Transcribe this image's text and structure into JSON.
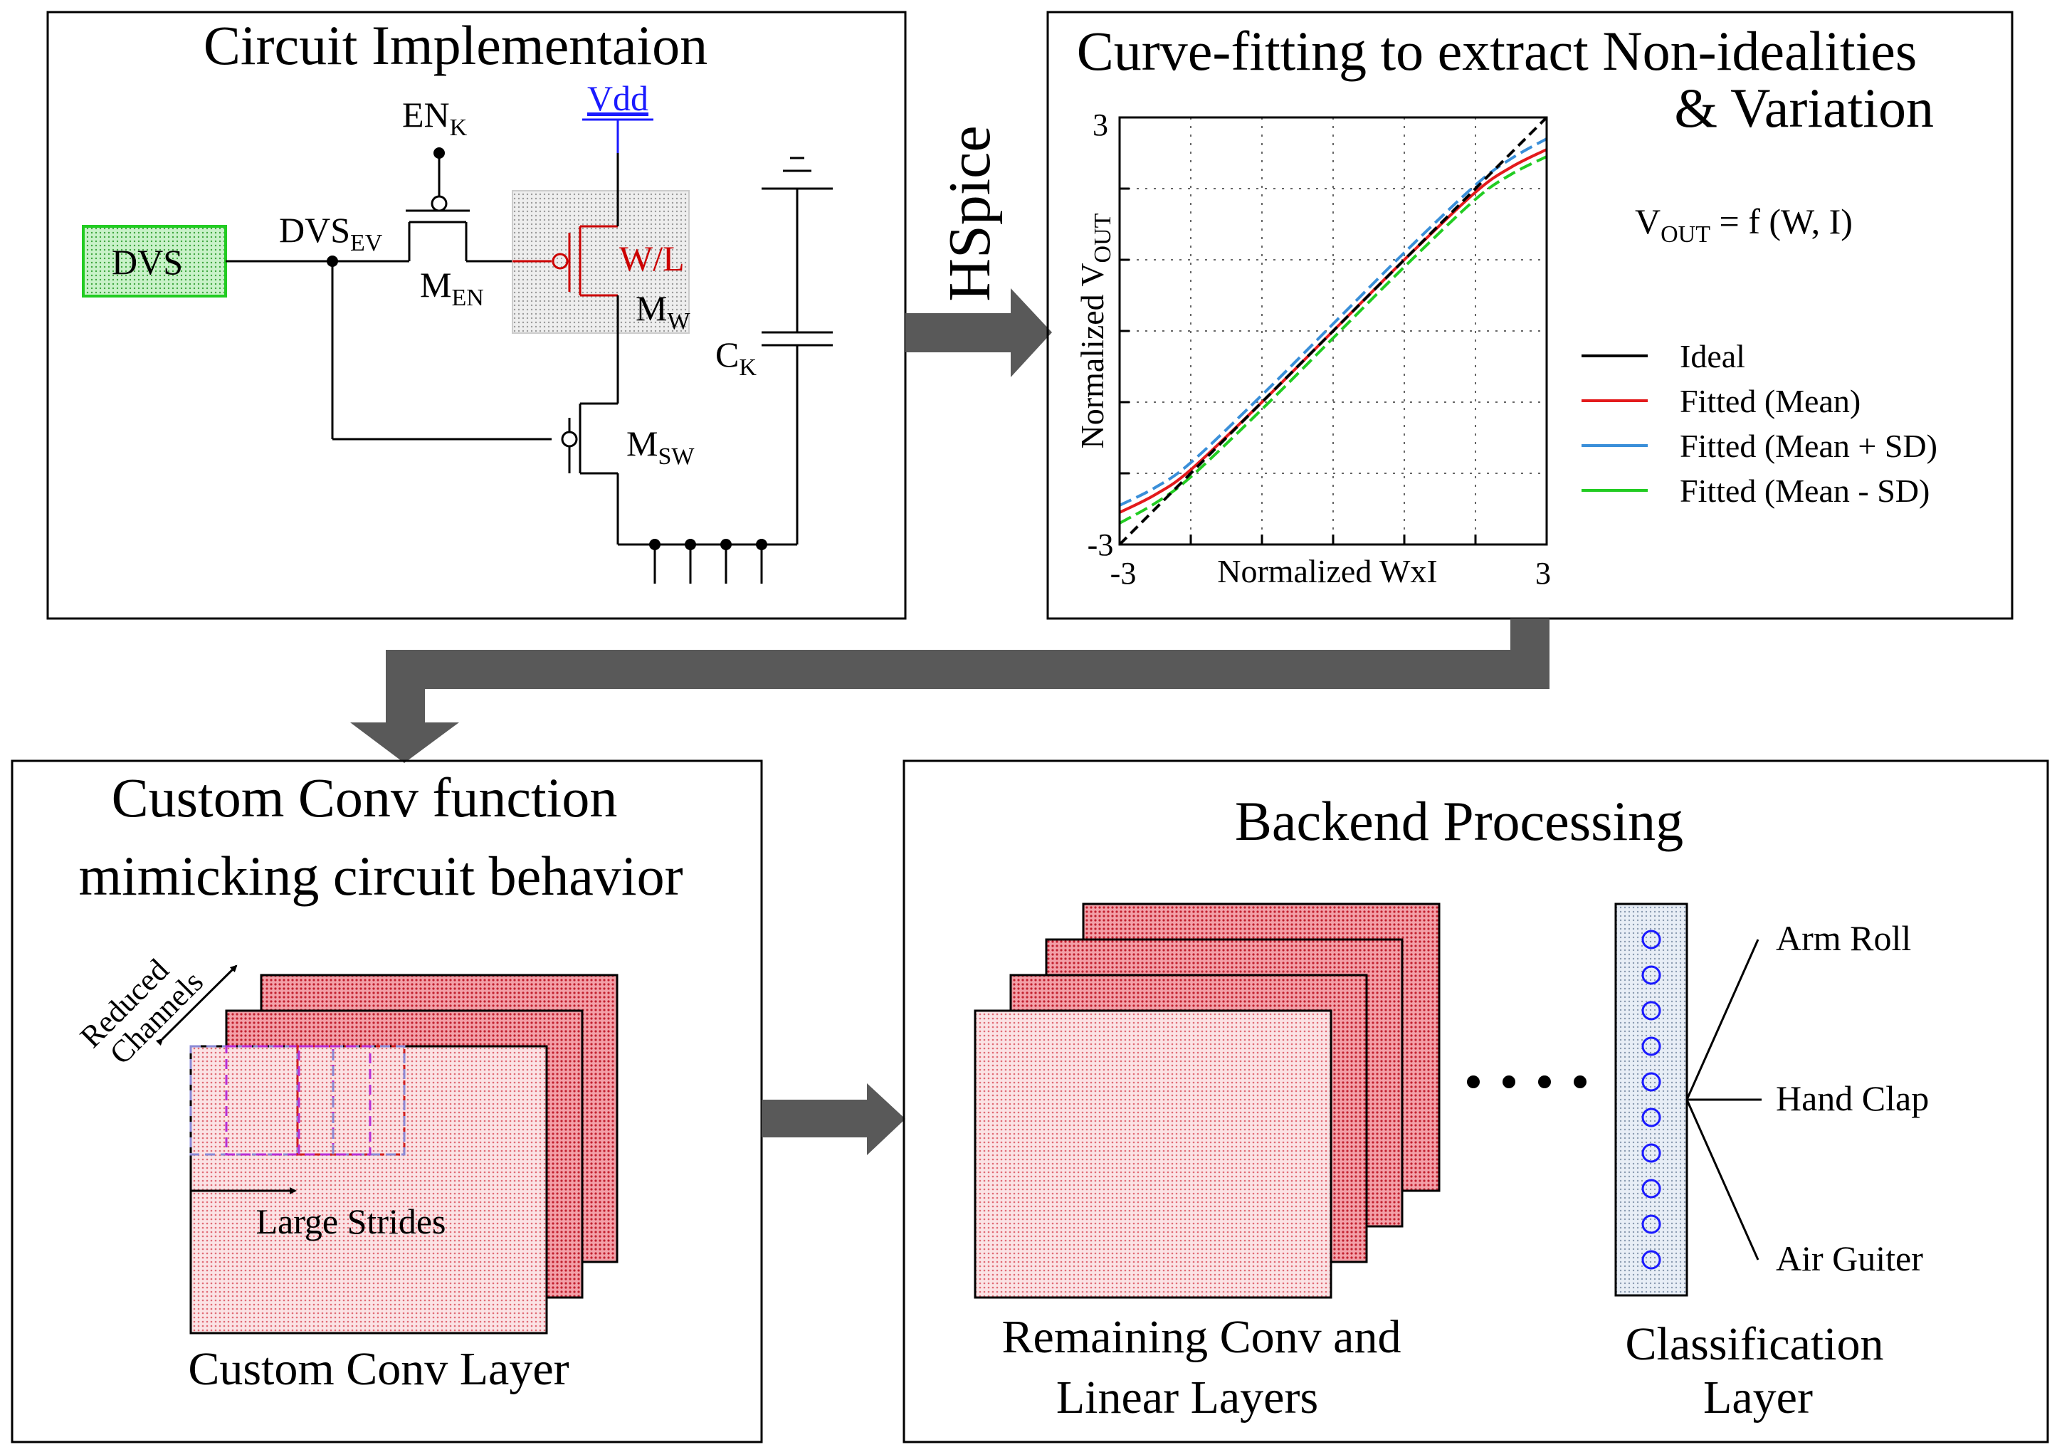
{
  "circuit": {
    "title": "Circuit Implementaion",
    "vdd": "Vdd",
    "en": "EN",
    "en_sub": "K",
    "dvs": "DVS",
    "dvs_ev": "DVS",
    "dvs_ev_sub": "EV",
    "m_en": "M",
    "m_en_sub": "EN",
    "wl": "W/L",
    "m_w": "M",
    "m_w_sub": "W",
    "c_k": "C",
    "c_k_sub": "K",
    "m_sw": "M",
    "m_sw_sub": "SW"
  },
  "arrow_label": "HSpice",
  "curve": {
    "title_line1": "Curve-fitting to extract Non-idealities",
    "title_line2": "& Variation",
    "equation_prefix": "V",
    "equation_sub": "OUT",
    "equation_rest": " = f (W, I)"
  },
  "chart_data": {
    "type": "line",
    "xlabel": "Normalized WxI",
    "ylabel_prefix": "Normalized V",
    "ylabel_sub": "OUT",
    "xlim": [
      -3,
      3
    ],
    "ylim": [
      -3,
      3
    ],
    "x_tick_labels": [
      "-3",
      "3"
    ],
    "y_tick_labels": [
      "-3",
      "3"
    ],
    "grid": true,
    "legend_position": "right",
    "series": [
      {
        "name": "Ideal",
        "color": "#000000",
        "dashed": true,
        "x": [
          -3,
          3
        ],
        "y": [
          -3,
          3
        ]
      },
      {
        "name": "Fitted (Mean)",
        "color": "#e31a1c",
        "dashed": false,
        "x": [
          -3,
          -2.5,
          -2,
          -1,
          0,
          1,
          2,
          2.5,
          3
        ],
        "y": [
          -2.55,
          -2.3,
          -1.95,
          -1.0,
          0.0,
          1.0,
          1.95,
          2.3,
          2.55
        ]
      },
      {
        "name": "Fitted (Mean + SD)",
        "color": "#3a8fd9",
        "dashed": true,
        "x": [
          -3,
          -2.5,
          -2,
          -1,
          0,
          1,
          2,
          2.5,
          3
        ],
        "y": [
          -2.45,
          -2.2,
          -1.85,
          -0.9,
          0.1,
          1.1,
          2.05,
          2.42,
          2.7
        ]
      },
      {
        "name": "Fitted (Mean - SD)",
        "color": "#22cc22",
        "dashed": true,
        "x": [
          -3,
          -2.5,
          -2,
          -1,
          0,
          1,
          2,
          2.5,
          3
        ],
        "y": [
          -2.7,
          -2.42,
          -2.05,
          -1.1,
          -0.1,
          0.9,
          1.85,
          2.2,
          2.45
        ]
      }
    ]
  },
  "custom": {
    "title_line1": "Custom Conv function",
    "title_line2": "mimicking circuit behavior",
    "reduced": "Reduced",
    "channels": "Channels",
    "strides": "Large Strides",
    "layer_label": "Custom Conv Layer"
  },
  "backend": {
    "title": "Backend Processing",
    "remaining_line1": "Remaining Conv and",
    "remaining_line2": "Linear Layers",
    "classification_line1": "Classification",
    "classification_line2": "Layer",
    "outputs": [
      "Arm Roll",
      "Hand Clap",
      "Air Guiter"
    ]
  }
}
